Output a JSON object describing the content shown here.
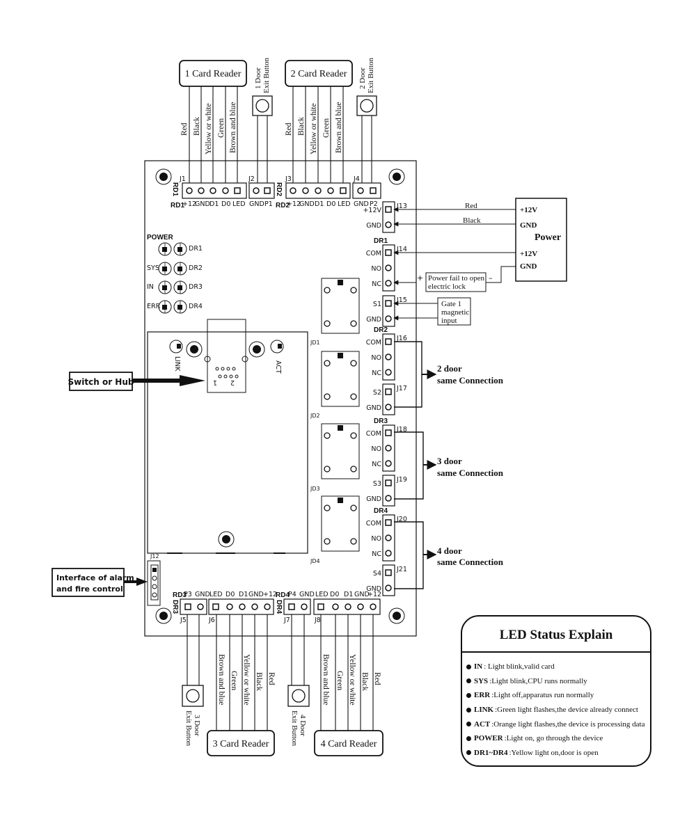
{
  "readers": {
    "r1": {
      "title": "1 Card Reader",
      "wires": [
        "Red",
        "Black",
        "Yellow or white",
        "Green",
        "Brown and blue"
      ]
    },
    "r2": {
      "title": "2 Card Reader",
      "wires": [
        "Red",
        "Black",
        "Yellow or white",
        "Green",
        "Brown and blue"
      ]
    },
    "r3": {
      "title": "3 Card Reader",
      "wires": [
        "Brown and blue",
        "Green",
        "Yellow or white",
        "Black",
        "Red"
      ]
    },
    "r4": {
      "title": "4 Card Reader",
      "wires": [
        "Brown and blue",
        "Green",
        "Yellow or white",
        "Black",
        "Red"
      ]
    }
  },
  "exit_buttons": {
    "b1": {
      "line1": "1 Door",
      "line2": "Exit Button"
    },
    "b2": {
      "line1": "2 Door",
      "line2": "Exit Button"
    },
    "b3": {
      "line1": "3 Door",
      "line2": "Exit Button"
    },
    "b4": {
      "line1": "4 Door",
      "line2": "Exit Button"
    }
  },
  "connectors": {
    "top_left": {
      "rd": "RD1",
      "rd_tag": "RD1",
      "j1": "J1",
      "j2": "J2",
      "pins1": [
        "+12",
        "GND",
        "D1",
        "D0",
        "LED"
      ],
      "pins2": [
        "GND",
        "P1"
      ]
    },
    "top_right": {
      "rd": "RD2",
      "rd_tag": "RD2",
      "j1": "J3",
      "j2": "J4",
      "pins1": [
        "+12",
        "GND",
        "D1",
        "D0",
        "LED"
      ],
      "pins2": [
        "GND",
        "P2"
      ]
    },
    "bottom_left": {
      "rd": "RD3",
      "rd_tag": "DR3",
      "j1": "J5",
      "j2": "J6",
      "pins1": [
        "P3",
        "GND"
      ],
      "pins2": [
        "LED",
        "D0",
        "D1",
        "GND",
        "+12"
      ]
    },
    "bottom_right": {
      "rd": "RD4",
      "rd_tag": "DR4",
      "j1": "J7",
      "j2": "J8",
      "pins1": [
        "P4",
        "GND"
      ],
      "pins2": [
        "LED",
        "D0",
        "D1",
        "GND",
        "+12"
      ]
    }
  },
  "right_side": {
    "j13": "J13",
    "j13_pins": [
      "+12V",
      "GND"
    ],
    "dr1": "DR1",
    "j14": "J14",
    "j14_pins": [
      "COM",
      "NO",
      "NC"
    ],
    "j15": "J15",
    "j15_pins": [
      "S1",
      "GND"
    ],
    "dr2": "DR2",
    "j16": "J16",
    "j16_pins": [
      "COM",
      "NO",
      "NC"
    ],
    "j17": "J17",
    "j17_pins": [
      "S2",
      "GND"
    ],
    "dr3": "DR3",
    "j18": "J18",
    "j18_pins": [
      "COM",
      "NO",
      "NC"
    ],
    "j19": "J19",
    "j19_pins": [
      "S3",
      "GND"
    ],
    "dr4": "DR4",
    "j20": "J20",
    "j20_pins": [
      "COM",
      "NO",
      "NC"
    ],
    "j21": "J21",
    "j21_pins": [
      "S4",
      "GND"
    ]
  },
  "power": {
    "title": "Power",
    "plus": "+12V",
    "gnd": "GND",
    "wire_red": "Red",
    "wire_black": "Black"
  },
  "lock_note": {
    "line1": "Power fail to open",
    "line2": "electric lock",
    "plus": "+",
    "minus": "–"
  },
  "gate_note": {
    "line1": "Gate 1",
    "line2": "magnetic",
    "line3": "input"
  },
  "door_connections": [
    {
      "line1": "2 door",
      "line2": "same Connection"
    },
    {
      "line1": "3 door",
      "line2": "same Connection"
    },
    {
      "line1": "4 door",
      "line2": "same Connection"
    }
  ],
  "status_leds": {
    "left": [
      "POWER",
      "SYS",
      "IN",
      "ERR"
    ],
    "right": [
      "DR1",
      "DR2",
      "DR3",
      "DR4"
    ]
  },
  "network": {
    "link": "LINK",
    "act": "ACT",
    "pin1": "1",
    "pin2": "2",
    "switch_label": "Switch or Hub"
  },
  "relays": [
    "JD1",
    "JD2",
    "JD3",
    "JD4"
  ],
  "alarm": {
    "jumper": "J12",
    "line1": "Interface of alarm",
    "line2": "and fire control"
  },
  "legend": {
    "title": "LED Status Explain",
    "items": [
      {
        "key": "IN",
        "text": ": Light blink,valid card"
      },
      {
        "key": "SYS",
        "text": ":Light blink,CPU runs normally"
      },
      {
        "key": "ERR",
        "text": ":Light off,apparatus run normally"
      },
      {
        "key": "LINK",
        "text": " :Green light flashes,the device already connect"
      },
      {
        "key": "ACT",
        "text": " :Orange light flashes,the device is processing data"
      },
      {
        "key": "POWER",
        "text": " :Light on, go through the device"
      },
      {
        "key": "DR1~DR4",
        "text": ":Yellow light on,door is open"
      }
    ]
  }
}
